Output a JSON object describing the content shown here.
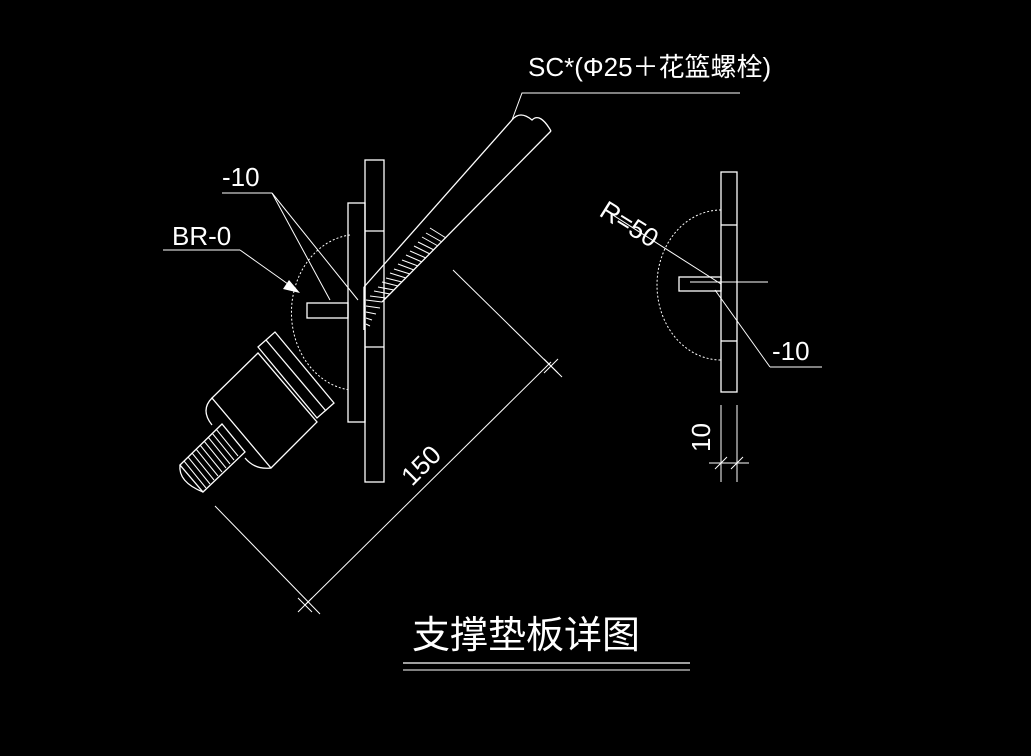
{
  "drawing": {
    "background": "#000000",
    "line_color": "#ffffff",
    "title": "支撑垫板详图",
    "labels": {
      "rod_callout": "SC*(Φ25＋花篮螺栓)",
      "plate_callout_left": "-10",
      "br_callout": "BR-0",
      "dimension_150": "150",
      "radius_callout": "R=50",
      "plate_callout_right": "-10",
      "thickness_dimension": "10"
    }
  }
}
